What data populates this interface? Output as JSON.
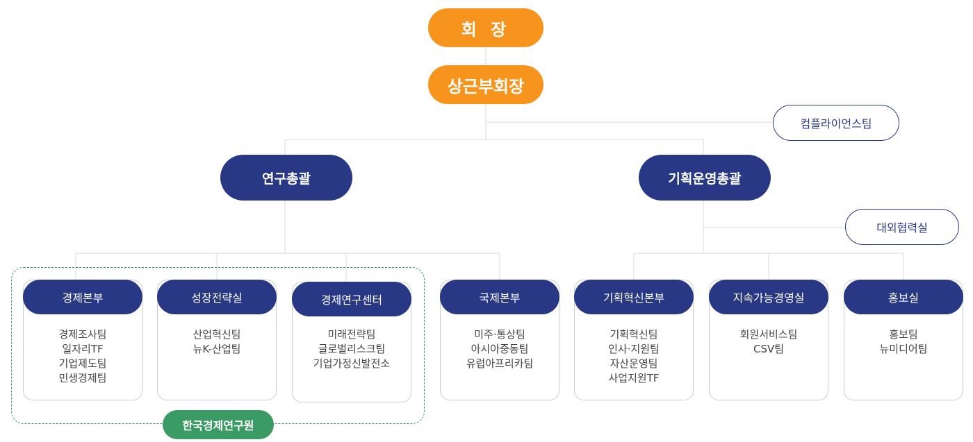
{
  "chairman": "회 장",
  "vice_chairman": "상근부회장",
  "compliance_team": "컴플라이언스팀",
  "research_division": "연구총괄",
  "planning_division": "기획운영총괄",
  "external_office": "대외협력실",
  "kori_label": "한국경제연구원",
  "departments": [
    {
      "name": "경제본부",
      "teams": [
        "경제조사팀",
        "일자리TF",
        "기업제도팀",
        "민생경제팀"
      ]
    },
    {
      "name": "성장전략실",
      "teams": [
        "산업혁신팀",
        "뉴K-산업팀"
      ]
    },
    {
      "name": "경제연구센터",
      "teams": [
        "미래전략팀",
        "글로벌리스크팀",
        "기업가정신발전소"
      ]
    },
    {
      "name": "국제본부",
      "teams": [
        "미주·통상팀",
        "아시아중동팀",
        "유럽아프리카팀"
      ]
    },
    {
      "name": "기획혁신본부",
      "teams": [
        "기획혁신팀",
        "인사·지원팀",
        "자산운영팀",
        "사업지원TF"
      ]
    },
    {
      "name": "지속가능경영실",
      "teams": [
        "회원서비스팀",
        "CSV팀"
      ]
    },
    {
      "name": "홍보실",
      "teams": [
        "홍보팀",
        "뉴미디어팀"
      ]
    }
  ]
}
